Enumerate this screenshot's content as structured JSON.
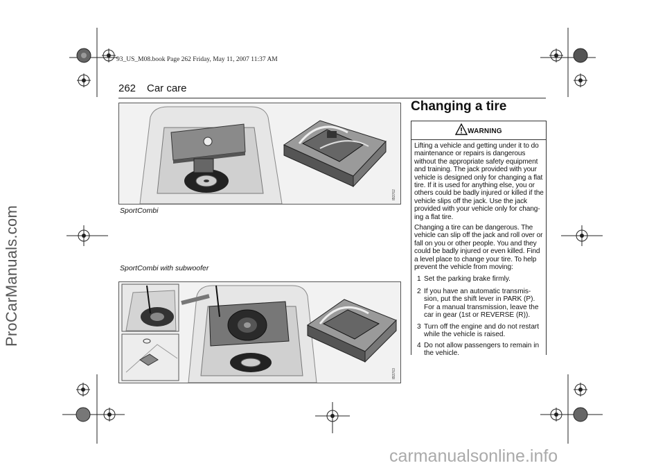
{
  "print_info": "93_US_M08.book  Page 262  Friday, May 11, 2007  11:37 AM",
  "header": {
    "page_number": "262",
    "section": "Car care"
  },
  "figures": {
    "top": {
      "caption": "SportCombi",
      "code": "IB3762"
    },
    "bottom": {
      "caption": "SportCombi with subwoofer",
      "code": "IB3763"
    }
  },
  "section_title": "Changing a tire",
  "warning": {
    "label": "WARNING",
    "text": "Lifting a vehicle and getting under it to do maintenance or repairs is dangerous without the appropriate safety equipment and training. The jack provided with your vehicle is designed only for changing a flat tire. If it is used for anything else, you or others could be badly injured or killed if the vehicle slips off the jack. Use the jack provided with your vehicle only for chang-ing a flat tire.",
    "intro": "Changing a tire can be dangerous. The vehicle can slip off the jack and roll over or fall on you or other people. You and they could be badly injured or even killed. Find a level place to change your tire. To help prevent the vehicle from moving:",
    "steps": [
      {
        "num": "1",
        "text": "Set the parking brake firmly."
      },
      {
        "num": "2",
        "text": "If you have an automatic transmis-sion, put the shift lever in PARK (P). For a manual transmission, leave the car in gear (1st or REVERSE (R))."
      },
      {
        "num": "3",
        "text": "Turn off the engine and do not restart while the vehicle is raised."
      },
      {
        "num": "4",
        "text": "Do not allow passengers to remain in the vehicle."
      }
    ]
  },
  "watermarks": {
    "side": "ProCarManuals.com",
    "bottom": "carmanualsonline.info"
  }
}
